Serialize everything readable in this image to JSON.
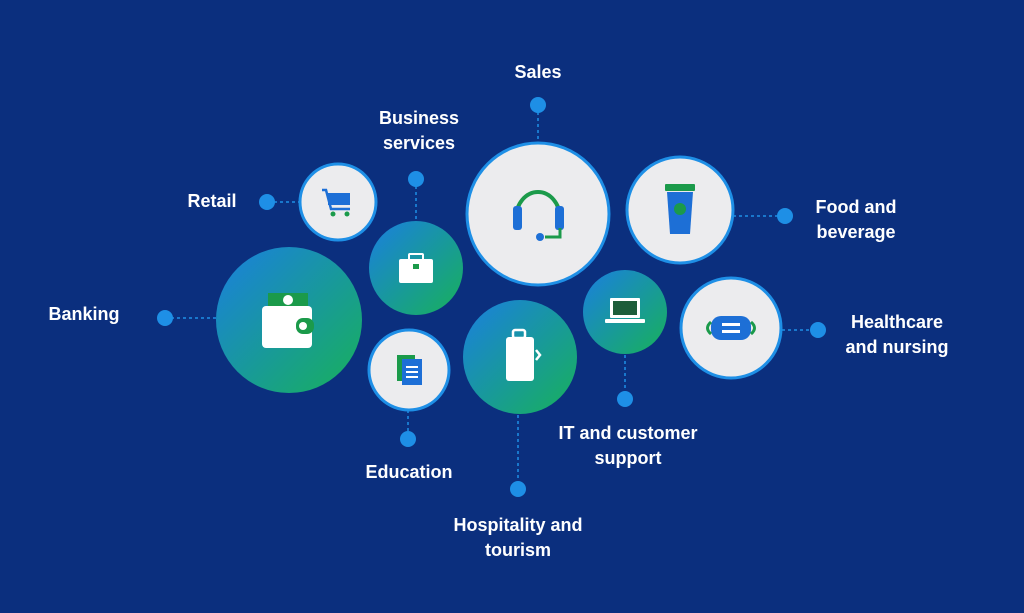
{
  "colors": {
    "background": "#0b2f7e",
    "connector": "#1e8fe6",
    "circle_light": "#ececee",
    "gradient_blue": "#1a7fe0",
    "gradient_green": "#17b15a",
    "icon_green": "#1b9a4a",
    "icon_blue": "#1d6fd6"
  },
  "sectors": [
    {
      "id": "sales",
      "line1": "Sales",
      "line2": "",
      "icon": "headset-icon"
    },
    {
      "id": "business",
      "line1": "Business",
      "line2": "services",
      "icon": "briefcase-icon"
    },
    {
      "id": "retail",
      "line1": "Retail",
      "line2": "",
      "icon": "shopping-cart-icon"
    },
    {
      "id": "food",
      "line1": "Food and",
      "line2": "beverage",
      "icon": "coffee-cup-icon"
    },
    {
      "id": "banking",
      "line1": "Banking",
      "line2": "",
      "icon": "wallet-icon"
    },
    {
      "id": "healthcare",
      "line1": "Healthcare",
      "line2": "and nursing",
      "icon": "face-mask-icon"
    },
    {
      "id": "it",
      "line1": "IT and customer",
      "line2": "support",
      "icon": "laptop-icon"
    },
    {
      "id": "education",
      "line1": "Education",
      "line2": "",
      "icon": "book-icon"
    },
    {
      "id": "hospitality",
      "line1": "Hospitality and",
      "line2": "tourism",
      "icon": "suitcase-icon"
    }
  ]
}
